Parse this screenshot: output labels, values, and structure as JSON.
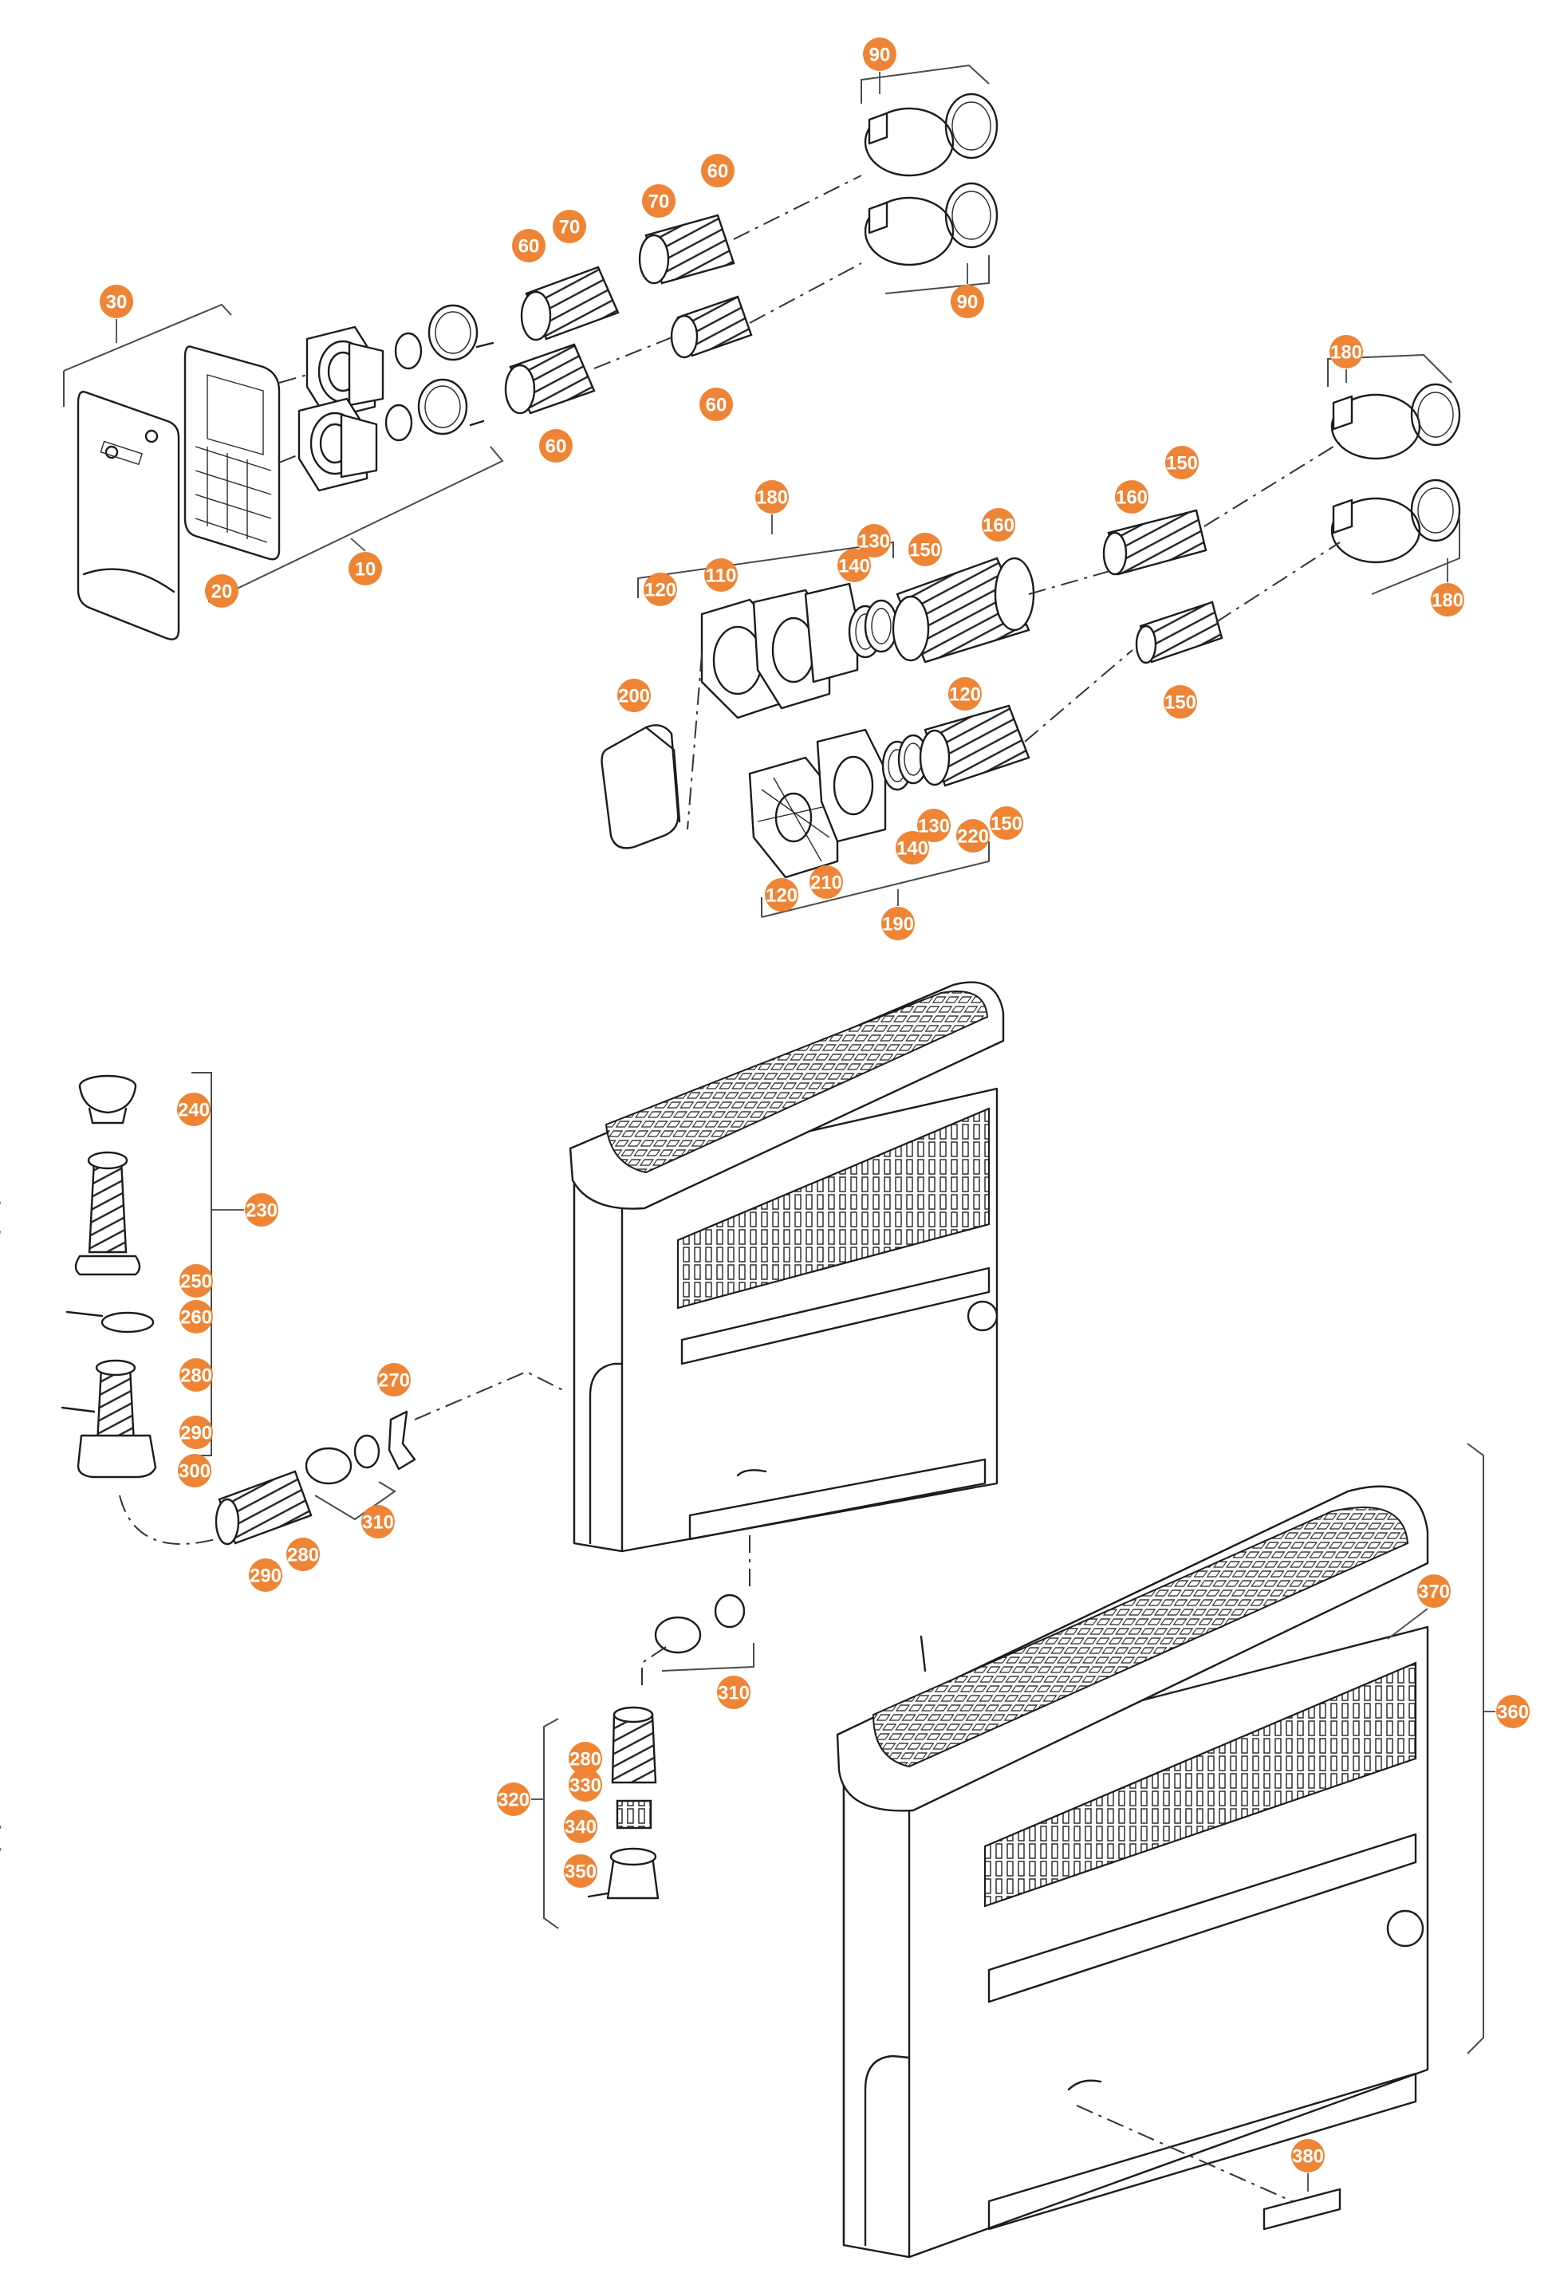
{
  "colors": {
    "badge": "#ee8435",
    "badge_text": "#ffffff",
    "line": "#1c1c1c",
    "edge_mark": "#1e4d9a"
  },
  "callouts": [
    {
      "id": "c1",
      "label": "90"
    },
    {
      "id": "c2",
      "label": "60"
    },
    {
      "id": "c3",
      "label": "70"
    },
    {
      "id": "c4",
      "label": "70"
    },
    {
      "id": "c5",
      "label": "60"
    },
    {
      "id": "c6",
      "label": "30"
    },
    {
      "id": "c7",
      "label": "90"
    },
    {
      "id": "c8",
      "label": "60"
    },
    {
      "id": "c9",
      "label": "60"
    },
    {
      "id": "c10",
      "label": "10"
    },
    {
      "id": "c11",
      "label": "20"
    },
    {
      "id": "c12",
      "label": "180"
    },
    {
      "id": "c13",
      "label": "150"
    },
    {
      "id": "c14",
      "label": "160"
    },
    {
      "id": "c15",
      "label": "160"
    },
    {
      "id": "c16",
      "label": "180"
    },
    {
      "id": "c17",
      "label": "130"
    },
    {
      "id": "c18",
      "label": "150"
    },
    {
      "id": "c19",
      "label": "140"
    },
    {
      "id": "c20",
      "label": "110"
    },
    {
      "id": "c21",
      "label": "120"
    },
    {
      "id": "c22",
      "label": "180"
    },
    {
      "id": "c23",
      "label": "120"
    },
    {
      "id": "c24",
      "label": "150"
    },
    {
      "id": "c25",
      "label": "200"
    },
    {
      "id": "c26",
      "label": "130"
    },
    {
      "id": "c27",
      "label": "150"
    },
    {
      "id": "c28",
      "label": "220"
    },
    {
      "id": "c29",
      "label": "140"
    },
    {
      "id": "c30",
      "label": "210"
    },
    {
      "id": "c31",
      "label": "120"
    },
    {
      "id": "c32",
      "label": "190"
    },
    {
      "id": "c33",
      "label": "240"
    },
    {
      "id": "c34",
      "label": "230"
    },
    {
      "id": "c35",
      "label": "250"
    },
    {
      "id": "c36",
      "label": "260"
    },
    {
      "id": "c37",
      "label": "280"
    },
    {
      "id": "c38",
      "label": "270"
    },
    {
      "id": "c39",
      "label": "290"
    },
    {
      "id": "c40",
      "label": "300"
    },
    {
      "id": "c41",
      "label": "310"
    },
    {
      "id": "c42",
      "label": "280"
    },
    {
      "id": "c43",
      "label": "290"
    },
    {
      "id": "c44",
      "label": "370"
    },
    {
      "id": "c45",
      "label": "310"
    },
    {
      "id": "c46",
      "label": "360"
    },
    {
      "id": "c47",
      "label": "280"
    },
    {
      "id": "c48",
      "label": "330"
    },
    {
      "id": "c49",
      "label": "320"
    },
    {
      "id": "c50",
      "label": "340"
    },
    {
      "id": "c51",
      "label": "350"
    },
    {
      "id": "c52",
      "label": "380"
    }
  ]
}
